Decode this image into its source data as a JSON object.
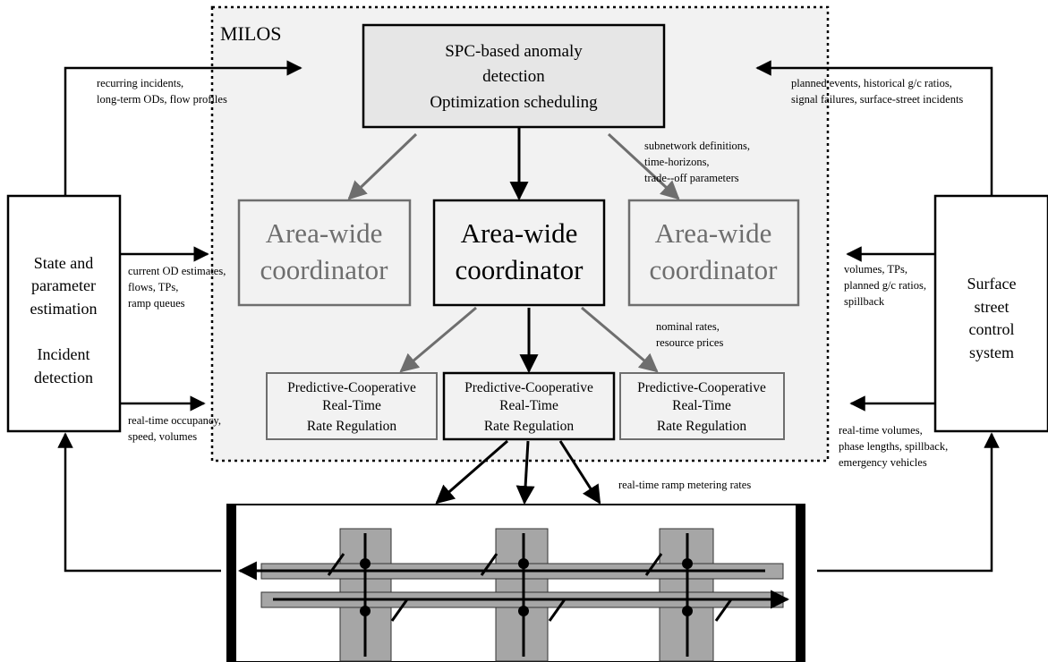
{
  "milos": {
    "label": "MILOS",
    "top_box": {
      "lines": [
        "SPC-based anomaly",
        "detection",
        "Optimization scheduling"
      ]
    },
    "coordinators": [
      {
        "lines": [
          "Area-wide",
          "coordinator"
        ],
        "active": false
      },
      {
        "lines": [
          "Area-wide",
          "coordinator"
        ],
        "active": true
      },
      {
        "lines": [
          "Area-wide",
          "coordinator"
        ],
        "active": false
      }
    ],
    "regulators": [
      {
        "lines": [
          "Predictive-Cooperative",
          "Real-Time",
          "Rate Regulation"
        ],
        "active": false
      },
      {
        "lines": [
          "Predictive-Cooperative",
          "Real-Time",
          "Rate Regulation"
        ],
        "active": true
      },
      {
        "lines": [
          "Predictive-Cooperative",
          "Real-Time",
          "Rate Regulation"
        ],
        "active": false
      }
    ]
  },
  "left_box": {
    "lines": [
      "State and",
      "parameter",
      "estimation",
      "",
      "Incident",
      "detection"
    ]
  },
  "right_box": {
    "lines": [
      "Surface",
      "street",
      "control",
      "system"
    ]
  },
  "annotations": {
    "top_left": [
      "recurring incidents,",
      "long-term ODs, flow profiles"
    ],
    "top_right": [
      "planned events, historical g/c ratios,",
      "signal failures, surface-street incidents"
    ],
    "subnetwork": [
      "subnetwork definitions,",
      "time-horizons,",
      "trade--off parameters"
    ],
    "left_mid": [
      "current OD estimates,",
      "flows, TPs,",
      "ramp queues"
    ],
    "right_mid": [
      "volumes, TPs,",
      "planned g/c ratios,",
      "spillback"
    ],
    "nominal": [
      "nominal rates,",
      "resource prices"
    ],
    "left_bottom": [
      "real-time occupancy,",
      "speed,  volumes"
    ],
    "right_bottom": [
      "real-time volumes,",
      "phase lengths, spillback,",
      "emergency vehicles"
    ],
    "ramp_rates": [
      "real-time ramp metering rates"
    ]
  },
  "colors": {
    "active": "#000000",
    "inactive": "#6e6e6e",
    "panel": "#f2f2f2",
    "road": "#a6a6a6"
  }
}
